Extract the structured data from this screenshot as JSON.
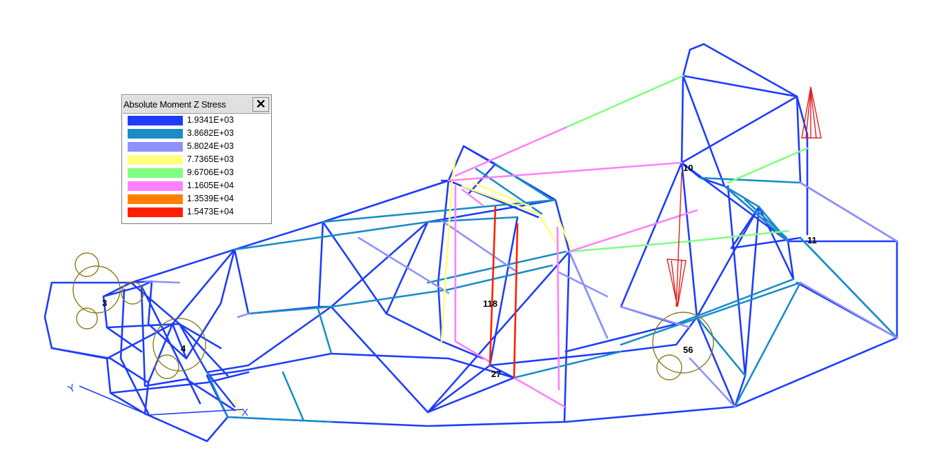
{
  "legend": {
    "title": "Absolute Moment Z Stress",
    "close_label": "✕",
    "rows": [
      {
        "color": "#1e3cff",
        "value": "1.9341E+03"
      },
      {
        "color": "#1a8cc8",
        "value": "3.8682E+03"
      },
      {
        "color": "#9090ff",
        "value": "5.8024E+03"
      },
      {
        "color": "#ffff80",
        "value": "7.7365E+03"
      },
      {
        "color": "#80ff80",
        "value": "9.6706E+03"
      },
      {
        "color": "#ff80ff",
        "value": "1.1605E+04"
      },
      {
        "color": "#ff8000",
        "value": "1.3539E+04"
      },
      {
        "color": "#ff2000",
        "value": "1.5473E+04"
      }
    ]
  },
  "node_labels": {
    "n3": "3",
    "n4": "4",
    "n118": "118",
    "n27": "27",
    "n10": "10",
    "n11": "11",
    "n56": "56"
  },
  "axis_labels": {
    "y": "Y",
    "x": "X"
  },
  "load_arrow_color": "#e02020",
  "support_circle_color": "#8b7a1e"
}
